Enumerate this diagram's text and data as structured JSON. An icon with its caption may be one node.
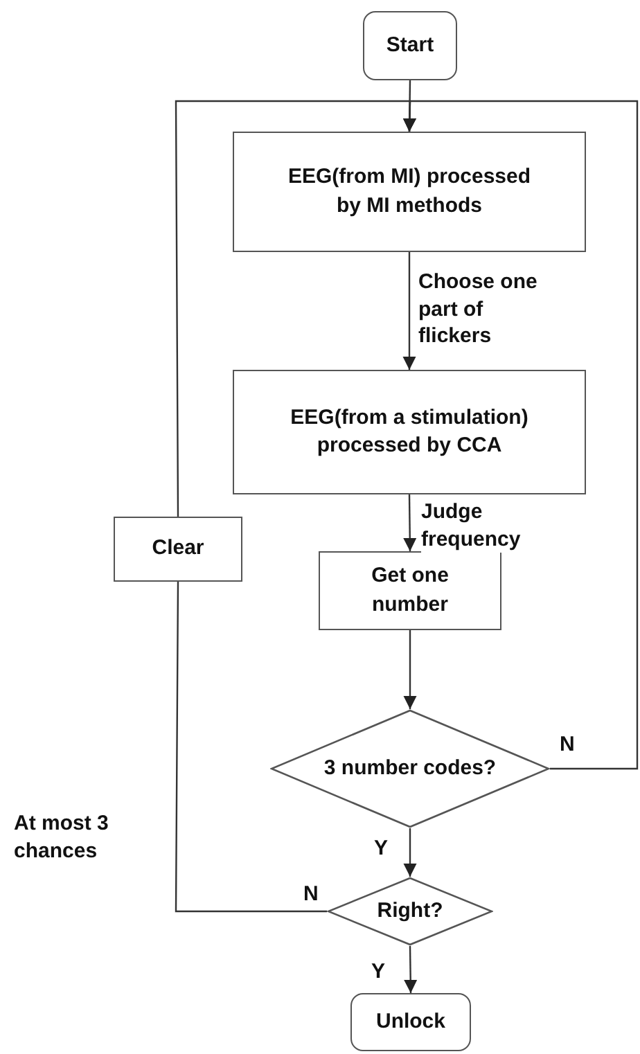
{
  "diagram": {
    "nodes": [
      {
        "text": [
          "Start"
        ]
      },
      {
        "text": [
          "EEG(from MI) processed by MI methods"
        ]
      },
      {
        "text": [
          "EEG(from a stimulation) processed by CCA"
        ]
      },
      {
        "text": [
          "Get one number"
        ]
      },
      {
        "text": [
          "3 number codes?"
        ]
      },
      {
        "text": [
          "Right?"
        ]
      },
      {
        "text": [
          "Clear"
        ]
      },
      {
        "text": [
          "Unlock"
        ]
      }
    ],
    "edges": [
      {
        "from": 0,
        "to": 1,
        "arrow": "to"
      },
      {
        "from": 1,
        "to": 2,
        "arrow": "to",
        "label": "Choose one part of flickers"
      },
      {
        "from": 2,
        "to": 3,
        "arrow": "to",
        "label": "Judge frequency"
      },
      {
        "from": 3,
        "to": 4,
        "arrow": "to"
      },
      {
        "from": 4,
        "to": 1,
        "arrow": "to",
        "label": "N"
      },
      {
        "from": 4,
        "to": 5,
        "arrow": "to",
        "label": "Y"
      },
      {
        "from": 5,
        "to": 6,
        "arrow": "none",
        "label": "N"
      },
      {
        "from": 6,
        "to": 1,
        "arrow": "to"
      },
      {
        "from": 5,
        "to": 7,
        "arrow": "to",
        "label": "Y"
      }
    ],
    "labels": [
      "At most 3 chances"
    ]
  }
}
